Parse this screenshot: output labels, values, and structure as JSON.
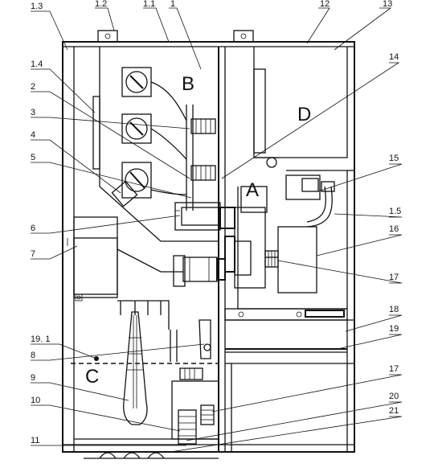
{
  "labels": {
    "l1_3": "1.3",
    "l1_2": "1.2",
    "l1_1": "1.1",
    "l1": "1",
    "l12": "12",
    "l13": "13",
    "l1_4": "1.4",
    "l2": "2",
    "l3": "3",
    "l4": "4",
    "l5": "5",
    "l6": "6",
    "l7": "7",
    "l14": "14",
    "l15": "15",
    "l1_5": "1.5",
    "l16": "16",
    "l17a": "17",
    "l18": "18",
    "l19": "19",
    "l19_1": "19. 1",
    "l8": "8",
    "l9": "9",
    "l10": "10",
    "l11": "11",
    "l17b": "17",
    "l20": "20",
    "l21": "21"
  },
  "compartments": {
    "a": "A",
    "b": "B",
    "c": "C",
    "d": "D"
  }
}
